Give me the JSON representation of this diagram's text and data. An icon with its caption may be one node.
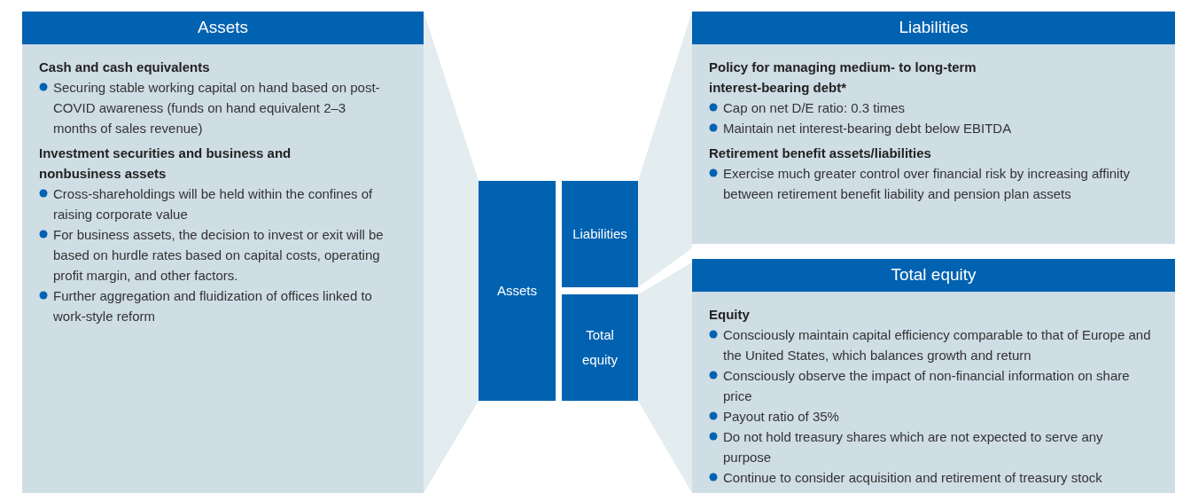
{
  "diagram": {
    "nodes": [
      {
        "text": [
          "Assets",
          "Cash and cash equivalents",
          "Securing stable working capital on hand based on post-COVID awareness (funds on hand equivalent 2–3 months of sales revenue)",
          "Investment securities and business and nonbusiness assets",
          "Cross-shareholdings will be held within the confines of raising corporate value",
          "For business assets, the decision to invest or exit will be based on hurdle rates based on capital costs, operating profit margin, and other factors.",
          "Further aggregation and fluidization of offices linked to work-style reform"
        ]
      },
      {
        "text": [
          "Assets"
        ]
      },
      {
        "text": [
          "Liabilities"
        ]
      },
      {
        "text": [
          "Total equity"
        ]
      },
      {
        "text": [
          "Liabilities",
          "Policy for managing medium- to long-term interest-bearing debt*",
          "Cap on net D/E ratio: 0.3 times",
          "Maintain net interest-bearing debt below EBITDA",
          "Retirement benefit assets/liabilities",
          "Exercise much greater control over financial risk by increasing affinity between retirement benefit liability and pension plan assets"
        ]
      },
      {
        "text": [
          "Total equity",
          "Equity",
          "Consciously maintain capital efficiency comparable to that of Europe and the United States, which balances growth and return",
          "Consciously observe the impact of non-financial information on share price",
          "Payout ratio of 35%",
          "Do not hold treasury shares which are not expected to serve any purpose",
          "Continue to consider acquisition and retirement of treasury stock"
        ]
      }
    ]
  }
}
